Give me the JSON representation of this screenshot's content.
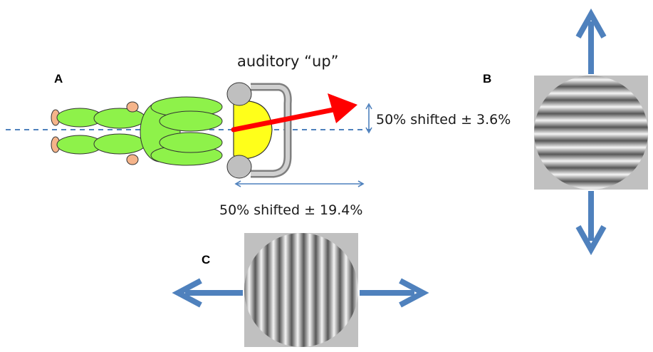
{
  "panels": {
    "a_label": "A",
    "b_label": "B",
    "c_label": "C"
  },
  "annotations": {
    "title": "auditory “up”",
    "vertical_shift": "50% shifted ± 3.6%",
    "horizontal_shift": "50% shifted ± 19.4%"
  },
  "colors": {
    "body_green": "#8ef24a",
    "head_gray": "#bfbfbf",
    "face_yellow": "#ffff1a",
    "hand_skin": "#f5b48a",
    "red_arrow": "#ff0000",
    "blue_arrow": "#4f81bd",
    "grating_bg": "#c0c0c0"
  },
  "icons": {
    "person": "lying-person-icon",
    "headphones": "headphones-icon",
    "grating_horizontal": "horizontal-grating-icon",
    "grating_vertical": "vertical-grating-icon"
  }
}
